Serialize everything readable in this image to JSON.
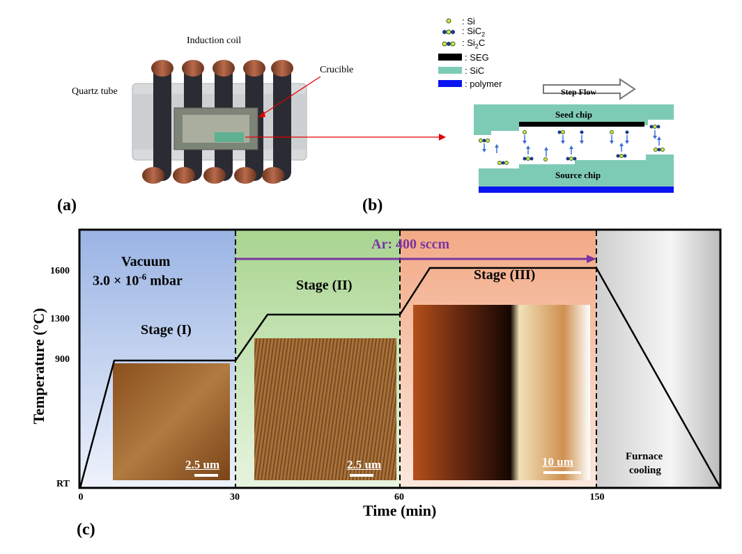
{
  "panel_a": {
    "label": "(a)",
    "induction_coil": "Induction coil",
    "crucible": "Crucible",
    "quartz_tube": "Quartz tube"
  },
  "panel_b": {
    "label": "(b)",
    "legend": [
      {
        "key": "si",
        "text": ": Si"
      },
      {
        "key": "sic2",
        "text": ": SiC",
        "sub": "2"
      },
      {
        "key": "si2c",
        "text": ": Si",
        "sub": "2",
        "tail": "C"
      },
      {
        "key": "seg",
        "text": ": SEG",
        "color": "#000000"
      },
      {
        "key": "sic",
        "text": ": SiC",
        "color": "#7ecbb5"
      },
      {
        "key": "polymer",
        "text": ": polymer",
        "color": "#0a14f0"
      }
    ],
    "step_flow": "Step Flow",
    "seed_chip": "Seed chip",
    "source_chip": "Source chip"
  },
  "panel_c": {
    "label": "(c)",
    "ar_flow": "Ar: 400 sccm",
    "vacuum_line1": "Vacuum",
    "vacuum_line2_base": "3.0 × 10",
    "vacuum_line2_exp": "-6",
    "vacuum_line2_unit": " mbar",
    "stage1": "Stage (I)",
    "stage2": "Stage (II)",
    "stage3": "Stage (III)",
    "furnace_cooling_1": "Furnace",
    "furnace_cooling_2": "cooling",
    "scale1": "2.5 um",
    "scale2": "2.5 um",
    "scale3": "10 um",
    "colors": {
      "vacuum": "#9fb8e6",
      "stage2": "#b8dca6",
      "stage3": "#f3b998",
      "cooling": "#d0d0d0",
      "ar_arrow": "#7a35a0"
    }
  },
  "chart_data": {
    "type": "line",
    "title": "",
    "xlabel": "Time (min)",
    "ylabel": "Temperature (°C)",
    "x_ticks": [
      "0",
      "30",
      "60",
      "150"
    ],
    "y_ticks": [
      "RT",
      "900",
      "1300",
      "1600"
    ],
    "series": [
      {
        "points": [
          {
            "x": "0",
            "y": "RT"
          },
          {
            "x": "~6",
            "y": 900
          },
          {
            "x": "30",
            "y": 900
          },
          {
            "x": "~36",
            "y": 1300
          },
          {
            "x": "60",
            "y": 1300
          },
          {
            "x": "~66",
            "y": 1600
          },
          {
            "x": "150",
            "y": 1600
          },
          {
            "x": "end",
            "y": "RT"
          }
        ]
      }
    ]
  }
}
